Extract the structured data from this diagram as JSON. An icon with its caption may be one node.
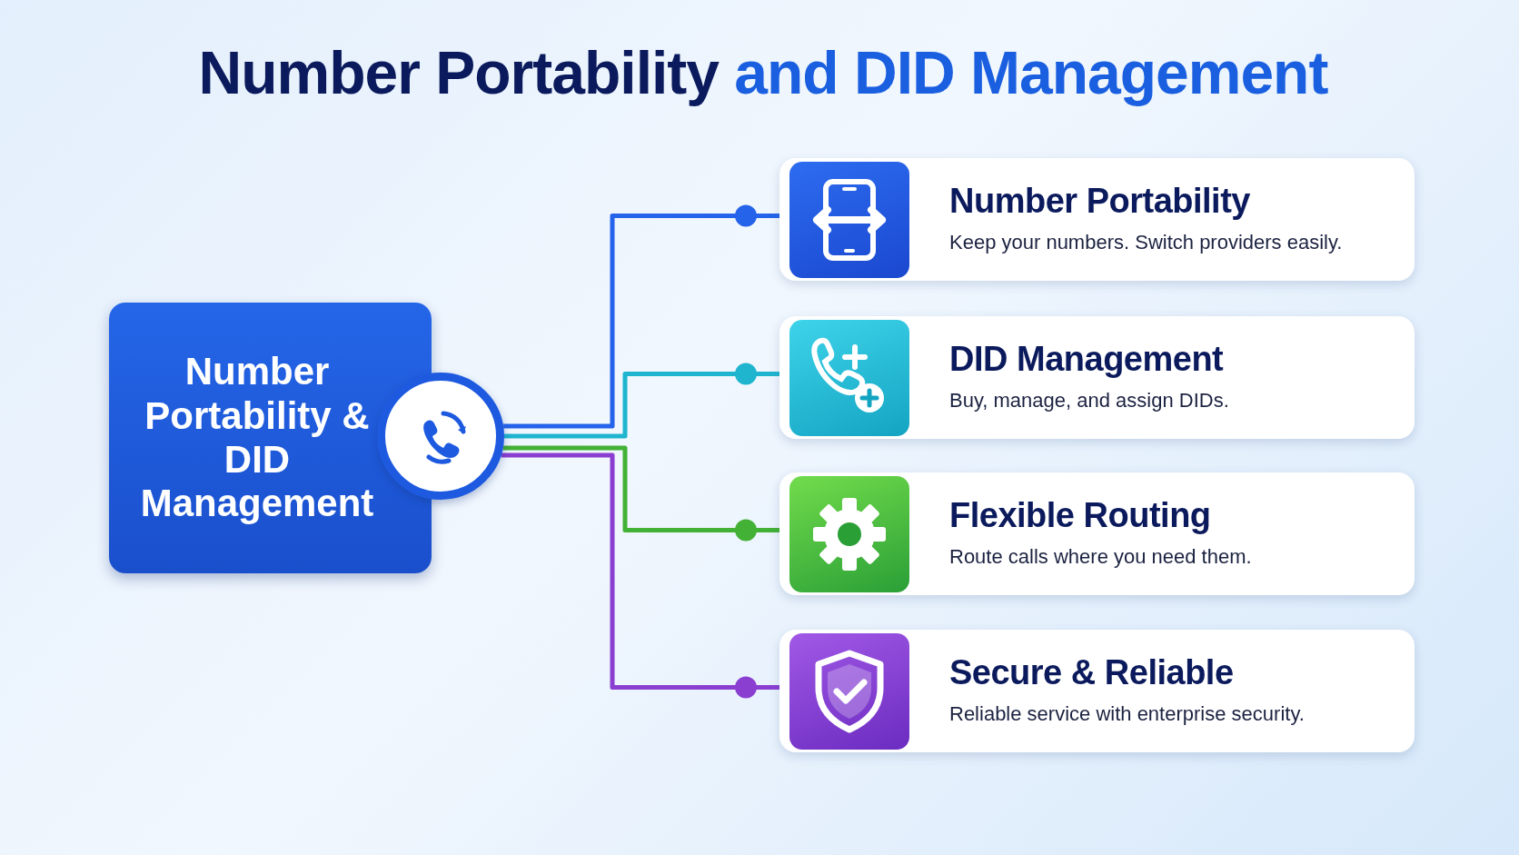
{
  "diagram": {
    "title": "Number Portability **and DID Management**",
    "nodes": [
      {
        "text": [
          "Number Portability & DID Management"
        ]
      },
      {
        "text": [],
        "shape": "circle"
      },
      {
        "text": [
          "Number Portability",
          "Keep your numbers. Switch providers easily."
        ]
      },
      {
        "text": [
          "DID Management",
          "Buy, manage, and assign DIDs."
        ]
      },
      {
        "text": [
          "Flexible Routing",
          "Route calls where you need them."
        ]
      },
      {
        "text": [
          "Secure & Reliable",
          "Reliable service with enterprise security."
        ]
      }
    ],
    "edges": [
      {
        "from": 1,
        "to": 2,
        "arrow": "other",
        "color": "#2563eb"
      },
      {
        "from": 1,
        "to": 3,
        "arrow": "other",
        "color": "#1fb5cf"
      },
      {
        "from": 1,
        "to": 4,
        "arrow": "other",
        "color": "#43b135"
      },
      {
        "from": 1,
        "to": 5,
        "arrow": "other",
        "color": "#8a3fd1"
      }
    ]
  }
}
